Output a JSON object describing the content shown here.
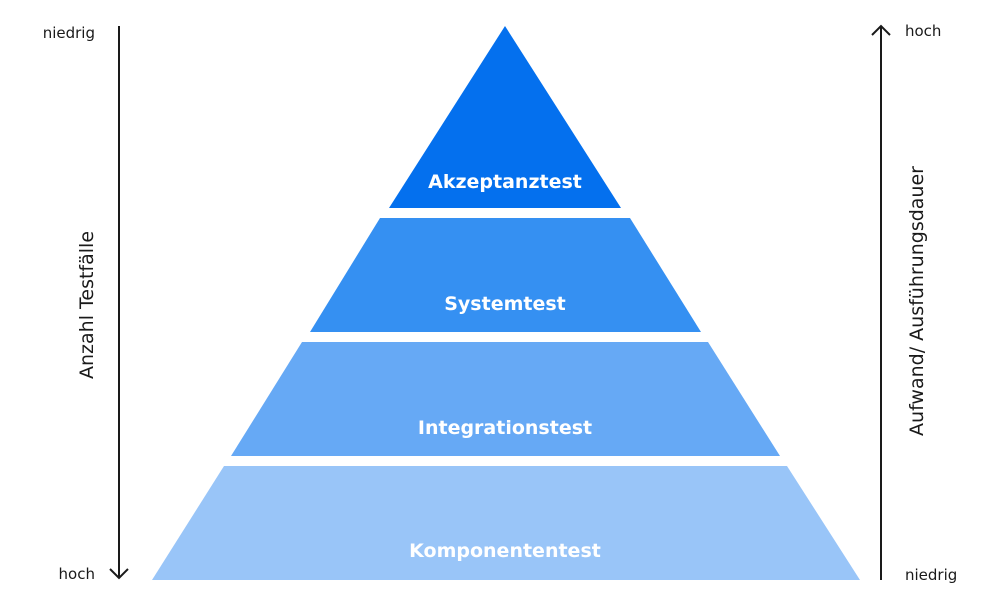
{
  "left_axis": {
    "title": "Anzahl Testfälle",
    "top_label": "niedrig",
    "bottom_label": "hoch"
  },
  "right_axis": {
    "title": "Aufwand/ Ausführungsdauer",
    "top_label": "hoch",
    "bottom_label": "niedrig"
  },
  "pyramid": {
    "levels": [
      {
        "label": "Akzeptanztest",
        "color": "#0470ee"
      },
      {
        "label": "Systemtest",
        "color": "#3590f2"
      },
      {
        "label": "Integrationstest",
        "color": "#66a9f5"
      },
      {
        "label": "Komponententest",
        "color": "#99c5f8"
      }
    ]
  }
}
